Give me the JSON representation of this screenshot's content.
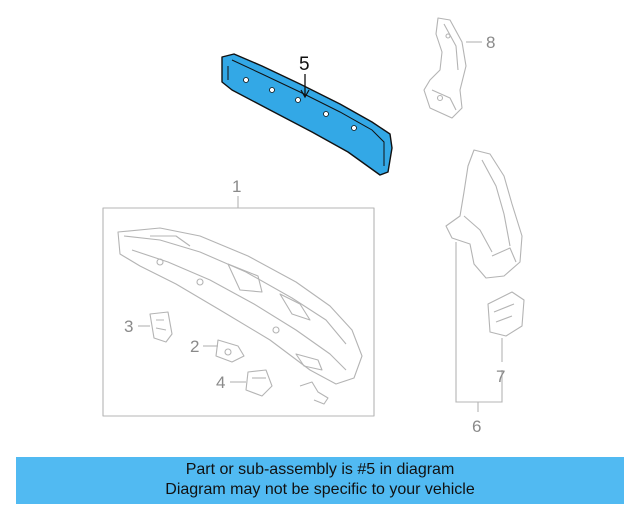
{
  "diagram": {
    "callouts": [
      {
        "id": "1",
        "label": "1"
      },
      {
        "id": "2",
        "label": "2"
      },
      {
        "id": "3",
        "label": "3"
      },
      {
        "id": "4",
        "label": "4"
      },
      {
        "id": "5",
        "label": "5"
      },
      {
        "id": "6",
        "label": "6"
      },
      {
        "id": "7",
        "label": "7"
      },
      {
        "id": "8",
        "label": "8"
      }
    ],
    "highlighted_part": "5",
    "highlight_color": "#33a8e6",
    "line_color": "#b4b4b4"
  },
  "banner": {
    "line1": "Part or sub-assembly is #5 in diagram",
    "line2": "Diagram may not be specific to your vehicle",
    "background": "#51baf2"
  }
}
